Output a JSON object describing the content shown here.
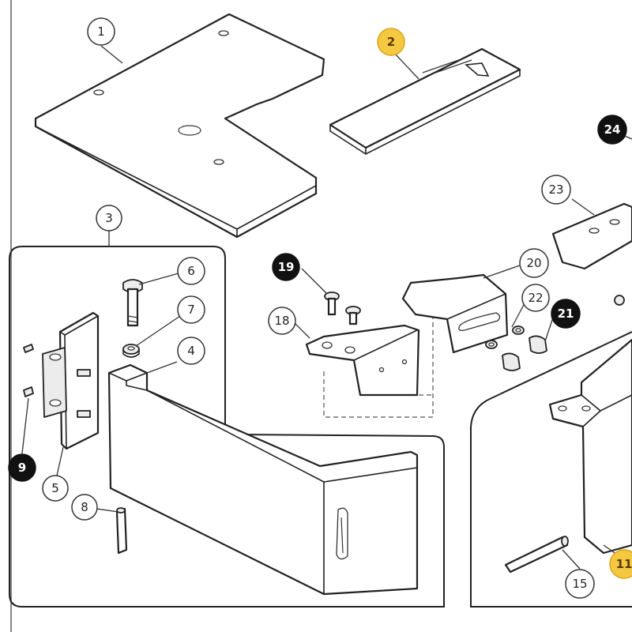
{
  "callouts": [
    {
      "id": "c1",
      "label": "1",
      "style": "white"
    },
    {
      "id": "c2",
      "label": "2",
      "style": "gold"
    },
    {
      "id": "c3",
      "label": "3",
      "style": "white"
    },
    {
      "id": "c4",
      "label": "4",
      "style": "white"
    },
    {
      "id": "c5",
      "label": "5",
      "style": "white"
    },
    {
      "id": "c6",
      "label": "6",
      "style": "white"
    },
    {
      "id": "c7",
      "label": "7",
      "style": "white"
    },
    {
      "id": "c8",
      "label": "8",
      "style": "white"
    },
    {
      "id": "c9",
      "label": "9",
      "style": "black"
    },
    {
      "id": "c11",
      "label": "11",
      "style": "gold"
    },
    {
      "id": "c15",
      "label": "15",
      "style": "white"
    },
    {
      "id": "c18",
      "label": "18",
      "style": "white"
    },
    {
      "id": "c19",
      "label": "19",
      "style": "black"
    },
    {
      "id": "c20",
      "label": "20",
      "style": "white"
    },
    {
      "id": "c21",
      "label": "21",
      "style": "black"
    },
    {
      "id": "c22",
      "label": "22",
      "style": "white"
    },
    {
      "id": "c23",
      "label": "23",
      "style": "white"
    },
    {
      "id": "c24",
      "label": "24",
      "style": "black"
    }
  ],
  "colors": {
    "highlight": "#f5c842",
    "ink": "#222222",
    "paper": "#ffffff"
  }
}
